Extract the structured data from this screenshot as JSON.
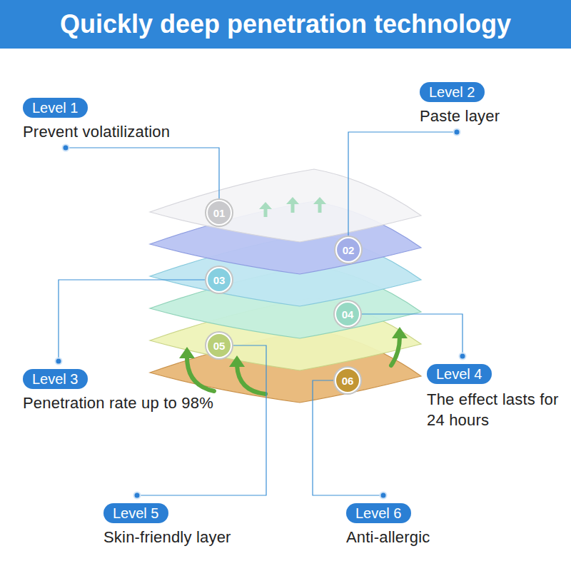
{
  "diagram": {
    "title": "Quickly deep penetration technology",
    "nodes": [
      {
        "text": [
          "Level 1",
          "Prevent volatilization"
        ]
      },
      {
        "text": [
          "Level 2",
          "Paste layer"
        ]
      },
      {
        "text": [
          "Level 3",
          "Penetration rate up to 98%"
        ]
      },
      {
        "text": [
          "Level 4",
          "The effect lasts for 24 hours"
        ]
      },
      {
        "text": [
          "Level 5",
          "Skin-friendly layer"
        ]
      },
      {
        "text": [
          "Level 6",
          "Anti-allergic"
        ]
      },
      {
        "text": [
          "01"
        ]
      },
      {
        "text": [
          "02"
        ]
      },
      {
        "text": [
          "03"
        ]
      },
      {
        "text": [
          "04"
        ]
      },
      {
        "text": [
          "05"
        ]
      },
      {
        "text": [
          "06"
        ]
      }
    ],
    "edges": [
      {
        "from": 6,
        "to": 0,
        "arrow": "none"
      },
      {
        "from": 7,
        "to": 1,
        "arrow": "none"
      },
      {
        "from": 8,
        "to": 2,
        "arrow": "none"
      },
      {
        "from": 9,
        "to": 3,
        "arrow": "none"
      },
      {
        "from": 10,
        "to": 4,
        "arrow": "none"
      },
      {
        "from": 11,
        "to": 5,
        "arrow": "none"
      }
    ]
  }
}
